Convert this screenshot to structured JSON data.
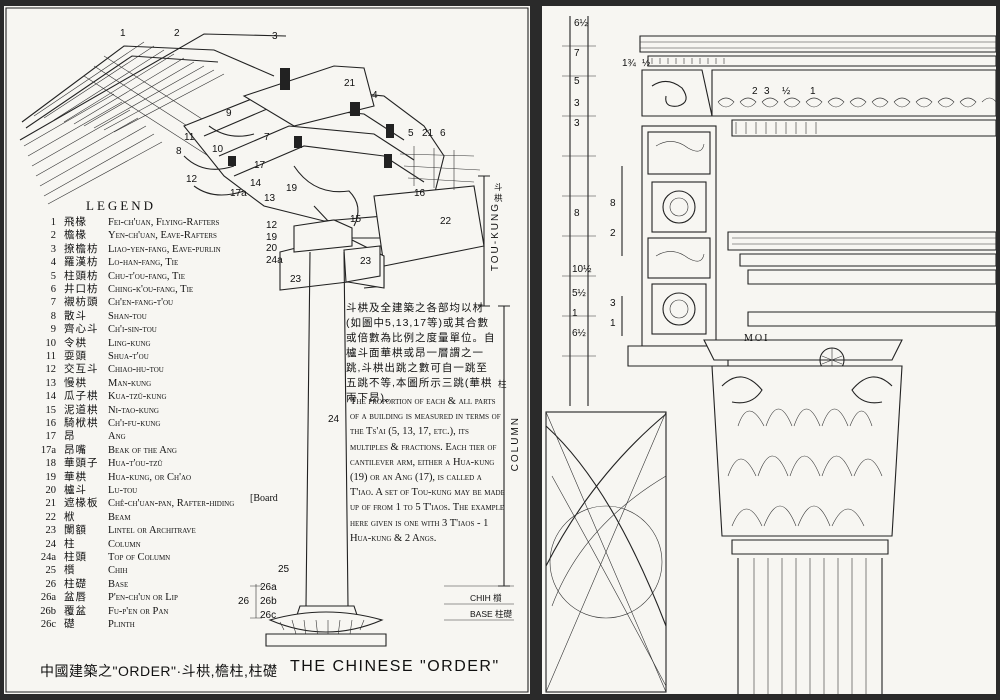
{
  "legend_title": "LEGEND",
  "legend": [
    {
      "num": "1",
      "cn": "飛椽",
      "text": "Fei-ch'uan, Flying-Rafters"
    },
    {
      "num": "2",
      "cn": "檐椽",
      "text": "Yen-ch'uan, Eave-Rafters"
    },
    {
      "num": "3",
      "cn": "撩檐枋",
      "text": "Liao-yen-fang, Eave-purlin"
    },
    {
      "num": "4",
      "cn": "羅漢枋",
      "text": "Lo-han-fang, Tie"
    },
    {
      "num": "5",
      "cn": "柱頭枋",
      "text": "Chu-t'ou-fang, Tie"
    },
    {
      "num": "6",
      "cn": "井口枋",
      "text": "Ching-k'ou-fang, Tie"
    },
    {
      "num": "7",
      "cn": "襯枋頭",
      "text": "Ch'en-fang-t'ou"
    },
    {
      "num": "8",
      "cn": "散斗",
      "text": "Shan-tou"
    },
    {
      "num": "9",
      "cn": "齊心斗",
      "text": "Ch'i-sin-tou"
    },
    {
      "num": "10",
      "cn": "令栱",
      "text": "Ling-kung"
    },
    {
      "num": "11",
      "cn": "耍頭",
      "text": "Shua-t'ou"
    },
    {
      "num": "12",
      "cn": "交互斗",
      "text": "Chiao-hu-tou"
    },
    {
      "num": "13",
      "cn": "慢栱",
      "text": "Man-kung"
    },
    {
      "num": "14",
      "cn": "瓜子栱",
      "text": "Kua-tzŭ-kung"
    },
    {
      "num": "15",
      "cn": "泥道栱",
      "text": "Ni-tao-kung"
    },
    {
      "num": "16",
      "cn": "騎栿栱",
      "text": "Ch'i-fu-kung"
    },
    {
      "num": "17",
      "cn": "昂",
      "text": "Ang"
    },
    {
      "num": "17a",
      "cn": "昂嘴",
      "text": "Beak of the Ang"
    },
    {
      "num": "18",
      "cn": "華頭子",
      "text": "Hua-t'ou-tzŭ"
    },
    {
      "num": "19",
      "cn": "華栱",
      "text": "Hua-kung, or Ch'ao"
    },
    {
      "num": "20",
      "cn": "櫨斗",
      "text": "Lu-tou"
    },
    {
      "num": "21",
      "cn": "遮椽板",
      "text": "Chê-ch'uan-pan, Rafter-hiding"
    },
    {
      "num": "22",
      "cn": "栿",
      "text": "Beam"
    },
    {
      "num": "23",
      "cn": "闌額",
      "text": "Lintel or Architrave"
    },
    {
      "num": "24",
      "cn": "柱",
      "text": "Column"
    },
    {
      "num": "24a",
      "cn": "柱頭",
      "text": "Top of Column"
    },
    {
      "num": "25",
      "cn": "櫍",
      "text": "Chih"
    },
    {
      "num": "26",
      "cn": "柱礎",
      "text": "Base"
    },
    {
      "num": "26a",
      "cn": "盆唇",
      "text": "P'en-ch'un or Lip"
    },
    {
      "num": "26b",
      "cn": "覆盆",
      "text": "Fu-p'en or Pan"
    },
    {
      "num": "26c",
      "cn": "礎",
      "text": "Plinth"
    }
  ],
  "board_note": "[Board",
  "chinese_note": "斗栱及全建築之各部均以材(如圖中5,13,17等)或其合數或倍數為比例之度量單位。自櫨斗面華栱或昂一層謂之一跳,斗栱出跳之數可自一跳至五跳不等,本圖所示三跳(華栱兩下昂)。",
  "proportion_note": "The proportion of each & all parts of a building is measured in terms of the Ts'ai (5, 13, 17, etc.), its multiples & fractions. Each tier of cantilever arm, either a Hua-kung (19) or an Ang (17), is called a T'iao. A set of Tou-kung may be made up of from 1 to 5 T'iaos. The example here given is one with 3 T'iaos - 1 Hua-kung & 2 Angs.",
  "bottom_chinese": "中國建築之\"ORDER\"·斗栱,檐柱,柱礎",
  "bottom_title": "THE CHINESE \"ORDER\"",
  "side_labels": {
    "tou_kung": "TOU-KUNG",
    "tou_kung_cn": "斗栱",
    "column": "COLUMN",
    "column_cn": "柱",
    "chih": "CHIH 櫍",
    "base": "BASE 柱礎"
  },
  "diagram_numbers": [
    "1",
    "2",
    "3",
    "21",
    "4",
    "9",
    "11",
    "8",
    "10",
    "7",
    "5",
    "21",
    "6",
    "12",
    "17",
    "17a",
    "14",
    "13",
    "19",
    "16",
    "15",
    "12",
    "19",
    "20",
    "24a",
    "23",
    "22",
    "23",
    "24",
    "25",
    "26a",
    "26",
    "26b",
    "26c"
  ],
  "right_labels": {
    "moi": "MOI",
    "dims_top": [
      "6½",
      "7",
      "5",
      "3",
      "3",
      "1¾",
      "½"
    ],
    "dims_mid": [
      "2",
      "3",
      "½",
      "1"
    ],
    "dims_left": [
      "8",
      "10½",
      "5½",
      "1",
      "6½"
    ],
    "dims_side": [
      "8",
      "2",
      "3",
      "1"
    ]
  }
}
